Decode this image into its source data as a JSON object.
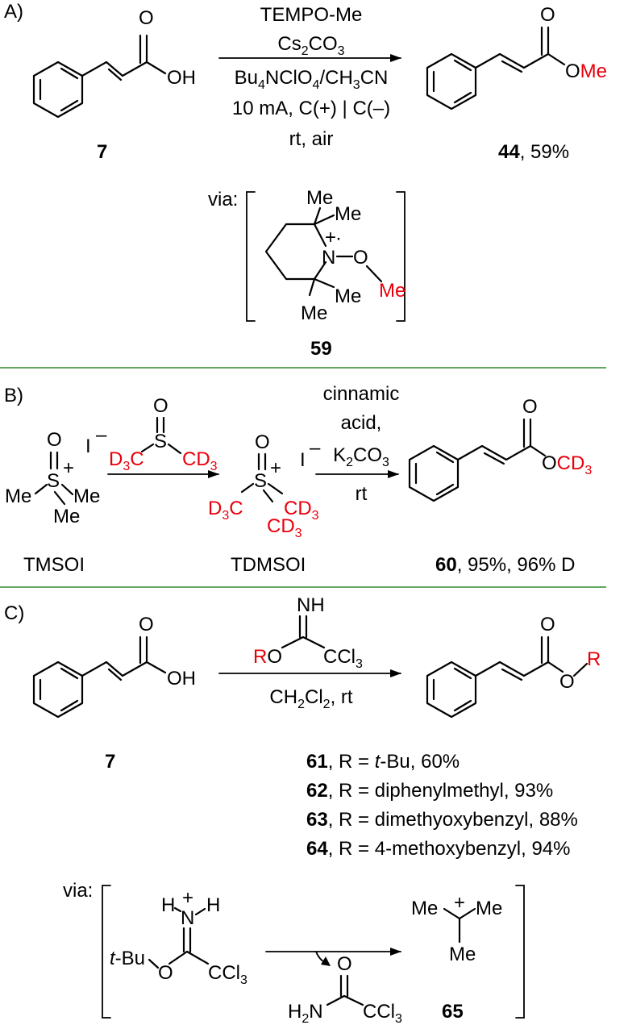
{
  "panel_a": {
    "label": "A)",
    "start_number": "7",
    "acid_O": "O",
    "acid_OH": "OH",
    "conditions": [
      "TEMPO-Me",
      "Cs",
      "2",
      "CO",
      "3",
      "Bu",
      "4",
      "NClO",
      "4",
      "/CH",
      "3",
      "CN",
      "10 mA, C(+) | C(–)",
      "rt, air"
    ],
    "product_number": "44",
    "product_yield": ", 59%",
    "product_O": "O",
    "product_Oxy": "O",
    "product_Me": "Me",
    "via": "via:",
    "int_me1": "Me",
    "int_me2": "Me",
    "int_me3": "Me",
    "int_me4": "Me",
    "int_N": "N",
    "int_plus": "+",
    "int_dot": "·",
    "int_O": "O",
    "int_OMe": "Me",
    "int_number": "59"
  },
  "panel_b": {
    "label": "B)",
    "tmsoi_O": "O",
    "tmsoi_S": "S",
    "tmsoi_plus": "+",
    "tmsoi_Me1": "Me",
    "tmsoi_Me2": "Me",
    "tmsoi_Me3": "Me",
    "tmsoi_I": "I",
    "tmsoi_minus": "–",
    "dmso_O": "O",
    "dmso_S": "S",
    "dmso_left": "D",
    "dmso_left_sub": "3",
    "dmso_left_c": "C",
    "dmso_right": "CD",
    "dmso_right_sub": "3",
    "tdmsoi_O": "O",
    "tdmsoi_S": "S",
    "tdmsoi_plus": "+",
    "tdmsoi_I": "I",
    "tdmsoi_minus": "–",
    "tdmsoi_cd3_a": "D",
    "tdmsoi_cd3_a_sub": "3",
    "tdmsoi_cd3_a_c": "C",
    "tdmsoi_cd3_b": "CD",
    "tdmsoi_cd3_b_sub": "3",
    "tdmsoi_cd3_c": "CD",
    "tdmsoi_cd3_c_sub": "3",
    "reagents": [
      "cinnamic",
      "acid,",
      "K",
      "2",
      "CO",
      "3",
      "rt"
    ],
    "product_O": "O",
    "product_Oxy": "O",
    "product_CD": "CD",
    "product_CD_sub": "3",
    "name_tmsoi": "TMSOI",
    "name_tdmsoi": "TDMSOI",
    "product_number": "60",
    "product_yield": ", 95%, 96% D"
  },
  "panel_c": {
    "label": "C)",
    "start_number": "7",
    "acid_O": "O",
    "acid_OH": "OH",
    "reagent_NH": "NH",
    "reagent_R": "R",
    "reagent_O": "O",
    "reagent_CCl": "CCl",
    "reagent_CCl_sub": "3",
    "conditions": [
      "CH",
      "2",
      "Cl",
      "2",
      ", rt"
    ],
    "product_O": "O",
    "product_Oxy": "O",
    "product_R": "R",
    "results": [
      {
        "num": "61",
        "pre": ", R = ",
        "it": "t",
        "post": "-Bu, 60%"
      },
      {
        "num": "62",
        "pre": ", R = diphenylmethyl, 93%",
        "it": "",
        "post": ""
      },
      {
        "num": "63",
        "pre": ", R = dimethyoxybenzyl, 88%",
        "it": "",
        "post": ""
      },
      {
        "num": "64",
        "pre": ", R = 4-methoxybenzyl, 94%",
        "it": "",
        "post": ""
      }
    ],
    "via": "via:",
    "int_H1": "H",
    "int_N": "N",
    "int_plus": "+",
    "int_H2": "H",
    "int_tBu_t": "t",
    "int_tBu": "-Bu",
    "int_O": "O",
    "int_CCl": "CCl",
    "int_CCl_sub": "3",
    "cation_Me1": "Me",
    "cation_Me2": "Me",
    "cation_Me3": "Me",
    "cation_plus": "+",
    "amide_O": "O",
    "amide_H": "H",
    "amide_H_sub": "2",
    "amide_N": "N",
    "amide_CCl": "CCl",
    "amide_CCl_sub": "3",
    "cation_number": "65"
  },
  "colors": {
    "highlight": "#e8000b",
    "separator": "#2e8b2e"
  }
}
